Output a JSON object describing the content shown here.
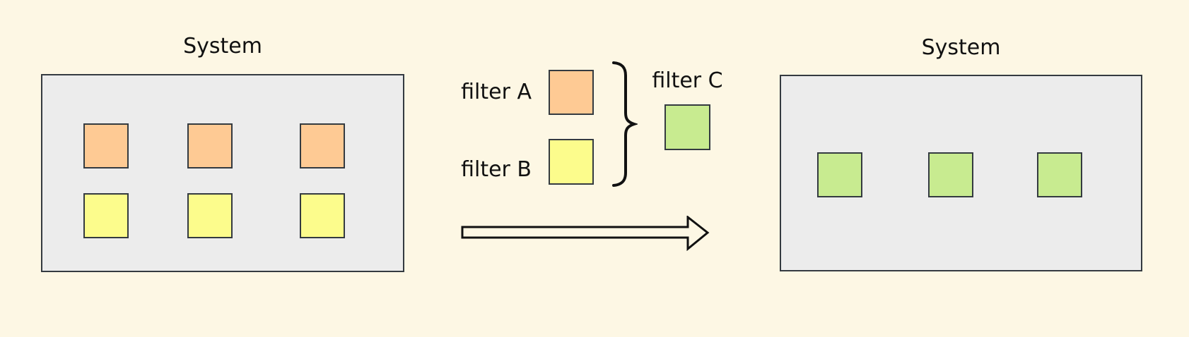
{
  "colors": {
    "background": "#FDF7E4",
    "system_box_fill": "#ECECEC",
    "outline": "#343A40",
    "filter_a": "#FECA94",
    "filter_b": "#FCFC8C",
    "filter_c": "#C8EB90",
    "text": "#111111"
  },
  "left_system": {
    "title": "System",
    "square_rows": [
      {
        "filter": "filter A",
        "color_key": "filter_a",
        "count": 3
      },
      {
        "filter": "filter B",
        "color_key": "filter_b",
        "count": 3
      }
    ]
  },
  "right_system": {
    "title": "System",
    "square_rows": [
      {
        "filter": "filter C",
        "color_key": "filter_c",
        "count": 3
      }
    ]
  },
  "legend": {
    "filter_a_label": "filter A",
    "filter_b_label": "filter B",
    "filter_c_label": "filter C"
  }
}
